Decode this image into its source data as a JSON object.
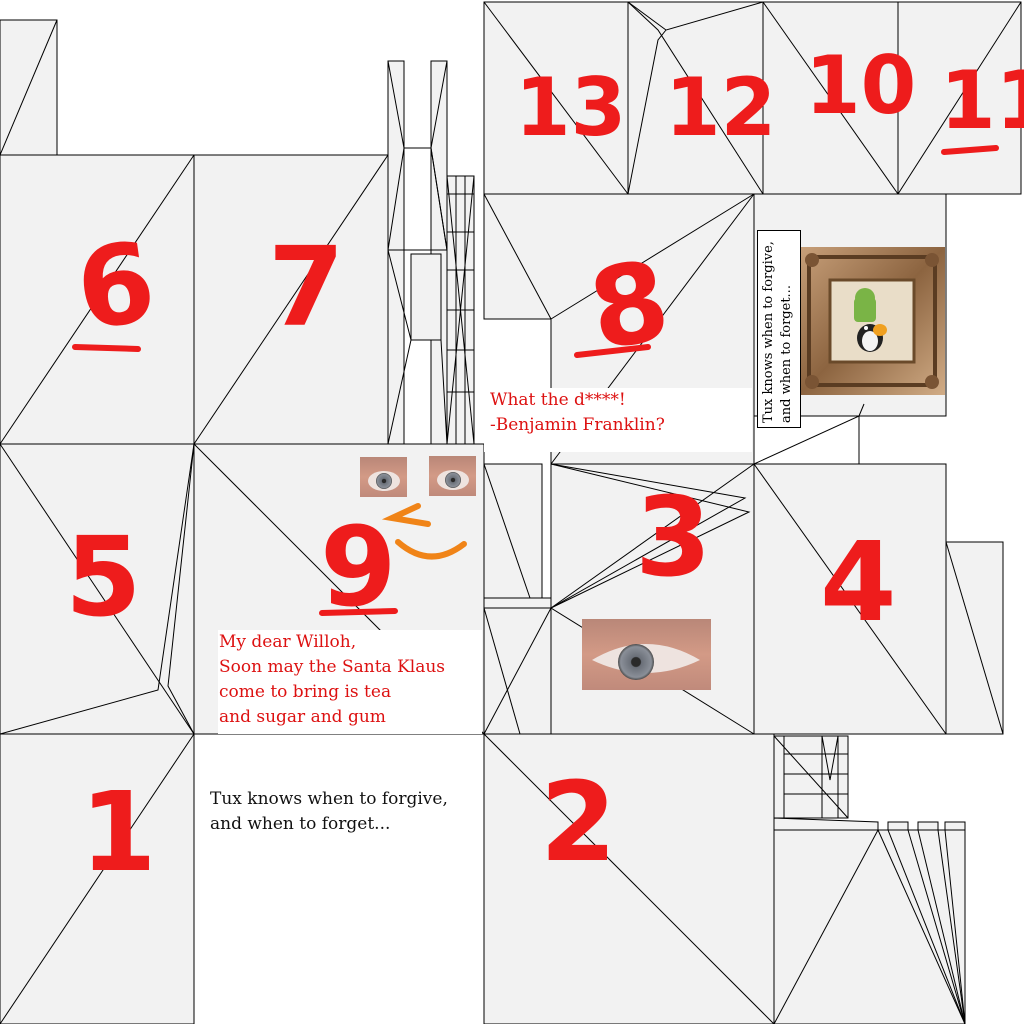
{
  "colors": {
    "panel_fill": "#f2f2f2",
    "panel_stroke": "#000000",
    "marker_red": "#ee1c1c",
    "marker_orange": "#f08418",
    "quote_red": "#dd1111",
    "quote_black": "#111111",
    "frame_gold": "#a87a4e",
    "skin": "#c98f7a",
    "iris": "#6a6f78"
  },
  "quotes": {
    "franklin": "What the d****!\n-Benjamin Franklin?",
    "letter": "My dear Willoh,\nSoon may the Santa Klaus\ncome to bring is tea\nand sugar and gum",
    "tux": "Tux knows when to forgive,\nand when to forget...",
    "tux_rotated": "Tux knows when to forgive,\nand when to forget..."
  },
  "numbers": {
    "n1": "1",
    "n2": "2",
    "n3": "3",
    "n4": "4",
    "n5": "5",
    "n6": "6",
    "n7": "7",
    "n8": "8",
    "n9": "9",
    "n10": "10",
    "n11": "11",
    "n12": "12",
    "n13": "13"
  },
  "icons": {
    "eye": "eye-photo-icon",
    "frame": "ornate-frame-icon",
    "tux": "tux-penguin-icon",
    "android": "android-robot-icon",
    "smile": "smile-mark-icon"
  }
}
